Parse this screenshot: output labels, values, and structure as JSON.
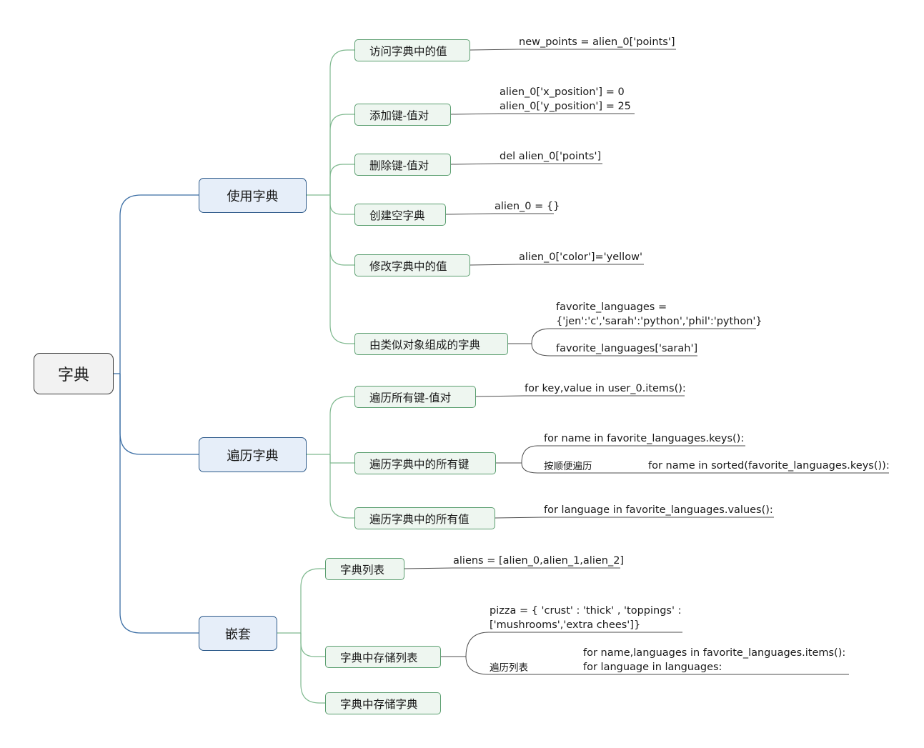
{
  "root": {
    "label": "字典"
  },
  "branches": {
    "use": {
      "label": "使用字典",
      "access": {
        "label": "访问字典中的值",
        "code": "new_points = alien_0['points']"
      },
      "add": {
        "label": "添加键-值对",
        "code_1": "alien_0['x_position'] = 0",
        "code_2": "alien_0['y_position'] = 25"
      },
      "delete": {
        "label": "删除键-值对",
        "code": "del alien_0['points']"
      },
      "create_empty": {
        "label": "创建空字典",
        "code": "alien_0 = {}"
      },
      "modify": {
        "label": "修改字典中的值",
        "code": "alien_0['color']='yellow'"
      },
      "similar_objects": {
        "label": "由类似对象组成的字典",
        "code_1": "favorite_languages =",
        "code_2": "{'jen':'c','sarah':'python','phil':'python'}",
        "code_3": "favorite_languages['sarah']"
      }
    },
    "traverse": {
      "label": "遍历字典",
      "all_pairs": {
        "label": "遍历所有键-值对",
        "code": "for key,value in user_0.items():"
      },
      "all_keys": {
        "label": "遍历字典中的所有键",
        "code": "for name in favorite_languages.keys():",
        "sorted_label": "按顺便遍历",
        "sorted_code": "for name in sorted(favorite_languages.keys()):"
      },
      "all_values": {
        "label": "遍历字典中的所有值",
        "code": "for language in favorite_languages.values():"
      }
    },
    "nesting": {
      "label": "嵌套",
      "dict_list": {
        "label": "字典列表",
        "code": "aliens = [alien_0,alien_1,alien_2]"
      },
      "list_in_dict": {
        "label": "字典中存储列表",
        "code_1": "pizza = { 'crust' : 'thick' , 'toppings' :",
        "code_2": "['mushrooms','extra chees']}",
        "loop_label": "遍历列表",
        "loop_code_1": "for name,languages in favorite_languages.items():",
        "loop_code_2": "for language in languages:"
      },
      "dict_in_dict": {
        "label": "字典中存储字典"
      }
    }
  },
  "colors": {
    "main_line": "#3b6ea5",
    "sub_line": "#7fb98f",
    "leaf_line": "#4d4d4d"
  }
}
